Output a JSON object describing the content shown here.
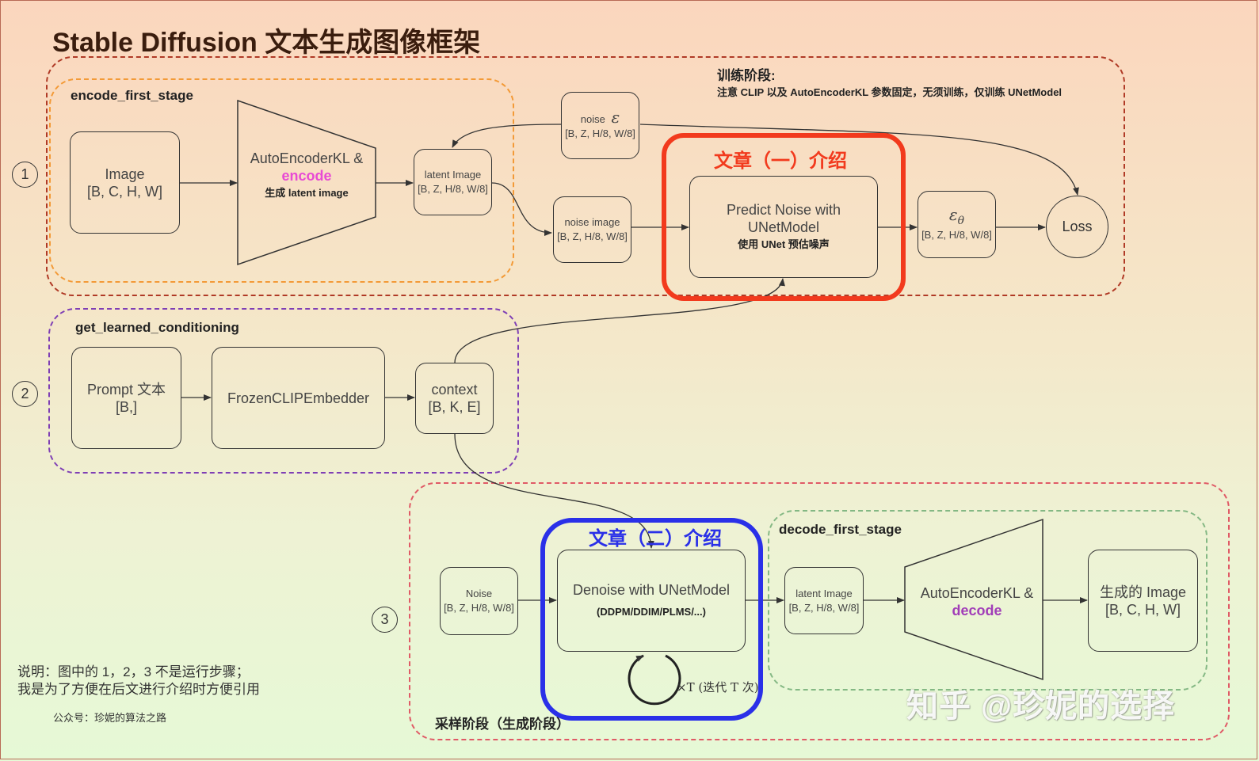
{
  "title": "Stable Diffusion 文本生成图像框架",
  "colors": {
    "train_border": "#b03a26",
    "encode_border": "#f39a37",
    "cond_border": "#7f3fb5",
    "sample_border": "#e05a66",
    "decode_border": "#84b884",
    "highlight_red": "#f23a1d",
    "highlight_blue": "#2a30e8",
    "encode_accent": "#e84ad4",
    "decode_accent": "#a13db8"
  },
  "groups": {
    "train": {
      "label": "训练阶段:",
      "note": "注意 CLIP 以及 AutoEncoderKL 参数固定，无须训练，仅训练 UNetModel"
    },
    "encode_first_stage": "encode_first_stage",
    "get_learned_conditioning": "get_learned_conditioning",
    "sampling": "采样阶段（生成阶段）",
    "decode_first_stage": "decode_first_stage"
  },
  "step_markers": [
    "1",
    "2",
    "3"
  ],
  "highlights": {
    "article1": "文章（一）介绍",
    "article2": "文章（二）介绍"
  },
  "nodes": {
    "image": {
      "line1": "Image",
      "line2": "[B, C, H, W]"
    },
    "encoder": {
      "line1": "AutoEncoderKL &",
      "accent": "encode",
      "sub": "生成 latent image"
    },
    "latent_train": {
      "line1": "latent Image",
      "line2": "[B, Z, H/8, W/8]"
    },
    "noise_eps": {
      "label": "noise",
      "symbol": "ε",
      "shape": "[B, Z, H/8, W/8]"
    },
    "noise_image": {
      "line1": "noise image",
      "line2": "[B, Z, H/8, W/8]"
    },
    "predict_noise": {
      "line1": "Predict Noise with",
      "line2": "UNetModel",
      "sub": "使用 UNet 预估噪声"
    },
    "eps_theta": {
      "symbol": "ε",
      "subscript": "θ",
      "shape": "[B, Z, H/8, W/8]"
    },
    "loss": "Loss",
    "prompt": {
      "line1": "Prompt 文本",
      "line2": "[B,]"
    },
    "clip": "FrozenCLIPEmbedder",
    "context": {
      "line1": "context",
      "line2": "[B, K, E]"
    },
    "noise_sample": {
      "line1": "Noise",
      "line2": "[B, Z, H/8, W/8]"
    },
    "denoise": {
      "line1": "Denoise with UNetModel",
      "sub": "(DDPM/DDIM/PLMS/...)"
    },
    "loop_label": "×T (迭代 T 次)",
    "latent_sample": {
      "line1": "latent Image",
      "line2": "[B, Z, H/8, W/8]"
    },
    "decoder": {
      "line1": "AutoEncoderKL &",
      "accent": "decode"
    },
    "output_image": {
      "line1": "生成的 Image",
      "line2": "[B, C, H, W]"
    }
  },
  "notes": {
    "line1": "说明：图中的 1，2，3 不是运行步骤；",
    "line2": "我是为了方便在后文进行介绍时方便引用",
    "account": "公众号：珍妮的算法之路"
  },
  "watermark": "知乎 @珍妮的选择"
}
